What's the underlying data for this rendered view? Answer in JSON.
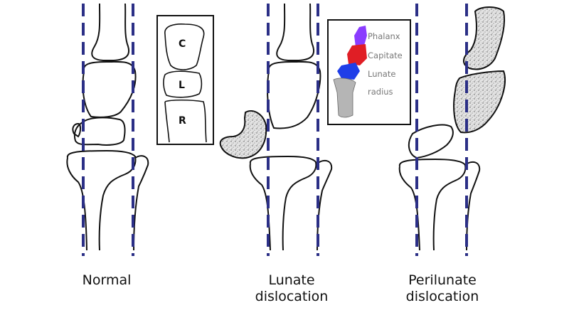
{
  "panels": [
    {
      "caption_line1": "Normal",
      "caption_line2": ""
    },
    {
      "caption_line1": "Lunate",
      "caption_line2": "dislocation"
    },
    {
      "caption_line1": "Perilunate",
      "caption_line2": "dislocation"
    }
  ],
  "inset_bones": {
    "c": "C",
    "l": "L",
    "r": "R"
  },
  "inset_3d_legend": {
    "phalanx": "Phalanx",
    "capitate": "Capitate",
    "lunate": "Lunate",
    "radius": "radius"
  },
  "colors": {
    "axis_line": "#2b2f86",
    "bone_outline": "#111111",
    "dislocated_fill": "#d9d9d9",
    "model_phalanx": "#8a3cff",
    "model_capitate": "#e01e25",
    "model_lunate": "#1f3ee8",
    "model_radius": "#b5b5b5"
  }
}
